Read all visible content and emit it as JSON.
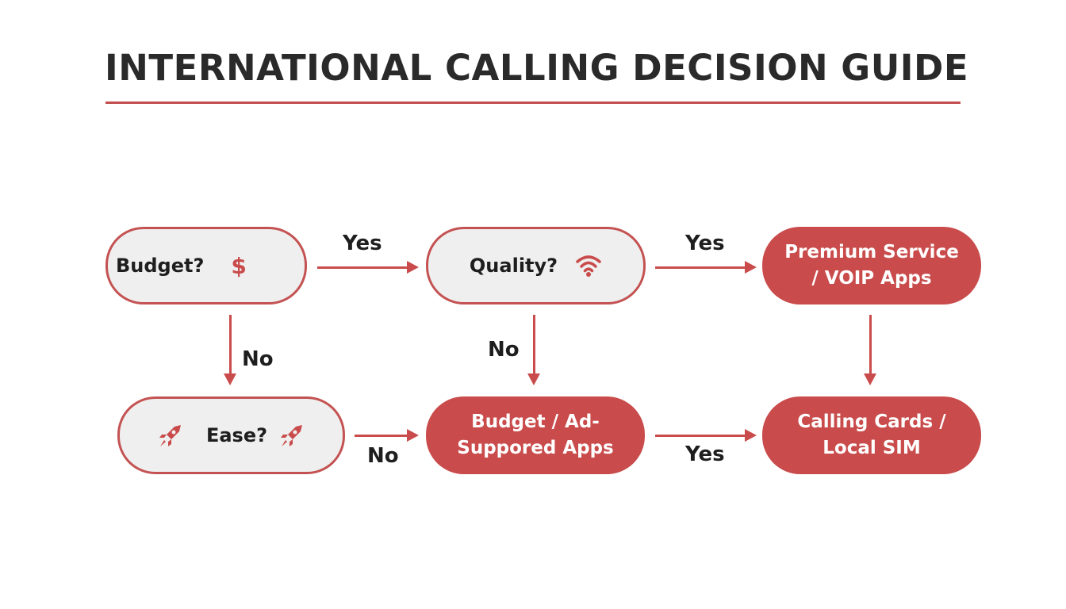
{
  "title": "INTERNATIONAL CALLING DECISION GUIDE",
  "colors": {
    "accent": "#c94b4b",
    "question_fill": "#efefef",
    "text": "#2a2a2a"
  },
  "nodes": {
    "budget": {
      "label": "Budget?",
      "icon": "dollar-icon",
      "glyph": "$"
    },
    "quality": {
      "label": "Quality?",
      "icon": "wifi-icon"
    },
    "premium": {
      "line1": "Premium Service",
      "line2": "/ VOIP Apps"
    },
    "ease": {
      "label": "Ease?",
      "icon": "rocket-icon"
    },
    "budget_apps": {
      "line1": "Budget / Ad-",
      "line2": "Suppored Apps"
    },
    "calling_cards": {
      "line1": "Calling Cards /",
      "line2": "Local SIM"
    }
  },
  "edges": [
    {
      "from": "budget",
      "to": "quality",
      "label": "Yes"
    },
    {
      "from": "quality",
      "to": "premium",
      "label": "Yes"
    },
    {
      "from": "budget",
      "to": "ease",
      "label": "No"
    },
    {
      "from": "quality",
      "to": "budget_apps",
      "label": "No"
    },
    {
      "from": "premium",
      "to": "calling_cards",
      "label": ""
    },
    {
      "from": "ease",
      "to": "budget_apps",
      "label": "No"
    },
    {
      "from": "budget_apps",
      "to": "calling_cards",
      "label": "Yes"
    }
  ]
}
